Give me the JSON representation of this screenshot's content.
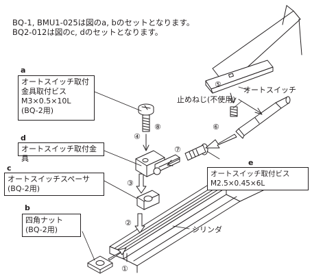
{
  "notes": {
    "line1": "BQ-1, BMU1-025は図のa, bのセットとなります。",
    "line2": "BQ2-012は図のc, dのセットとなります。"
  },
  "parts": {
    "a": {
      "letter": "a",
      "lines": [
        "オートスイッチ取付",
        "金具取付ビス",
        "M3×0.5×10L",
        "(BQ-2用)"
      ]
    },
    "d": {
      "letter": "d",
      "lines": [
        "オートスイッチ取付金具"
      ]
    },
    "c": {
      "letter": "c",
      "lines": [
        "オートスイッチスペーサ",
        "(BQ-2用)"
      ]
    },
    "b": {
      "letter": "b",
      "lines": [
        "四角ナット",
        "(BQ-2用)"
      ]
    },
    "e": {
      "letter": "e",
      "lines": [
        "オートスイッチ取付ビス",
        "M2.5×0.45×6L"
      ]
    }
  },
  "labels": {
    "set_screw": "止めねじ(不使用)",
    "auto_switch": "オートスイッチ",
    "cylinder": "シリンダ"
  },
  "steps": [
    "①",
    "②",
    "③",
    "④",
    "⑤",
    "⑥",
    "⑦",
    "⑧"
  ],
  "colors": {
    "ink": "#231f20",
    "paper": "#ffffff"
  }
}
